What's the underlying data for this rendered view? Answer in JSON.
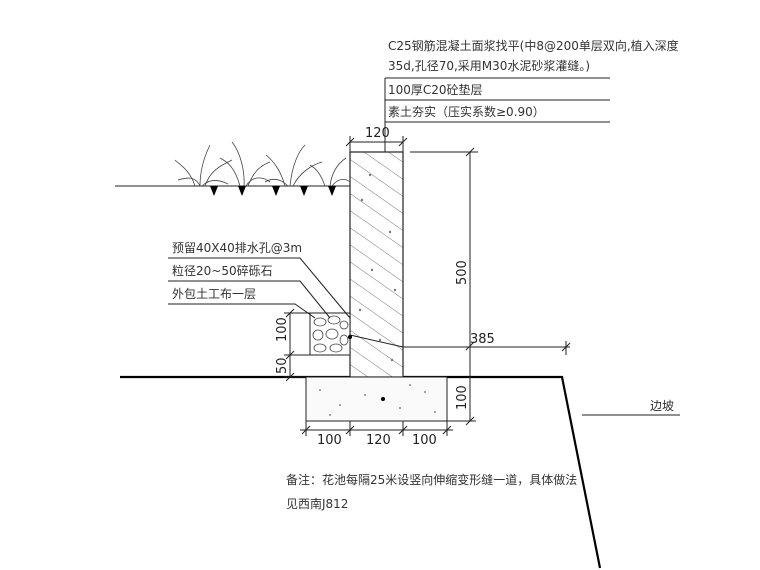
{
  "layers": {
    "line1": "C25钢筋混凝土面浆找平(中8@200单层双向,植入深度",
    "line2": "35d,孔径70,采用M30水泥砂浆灌缝。)",
    "line3": "100厚C20砼垫层",
    "line4": "素土夯实（压实系数≥0.90）"
  },
  "callouts": {
    "drain": "预留40X40排水孔@3m",
    "gravel": "粒径20~50碎砾石",
    "fabric": "外包土工布一层"
  },
  "dims": {
    "wall_top": "120",
    "wall_height": "500",
    "offset": "385",
    "gravel_h": "100",
    "base_h": "50",
    "footing_h": "100",
    "bottom_left": "100",
    "bottom_mid": "120",
    "bottom_right": "100"
  },
  "slope_label": "边坡",
  "note": {
    "line1": "备注：花池每隔25米设竖向伸缩变形缝一道，具体做法",
    "line2": "见西南J812"
  }
}
